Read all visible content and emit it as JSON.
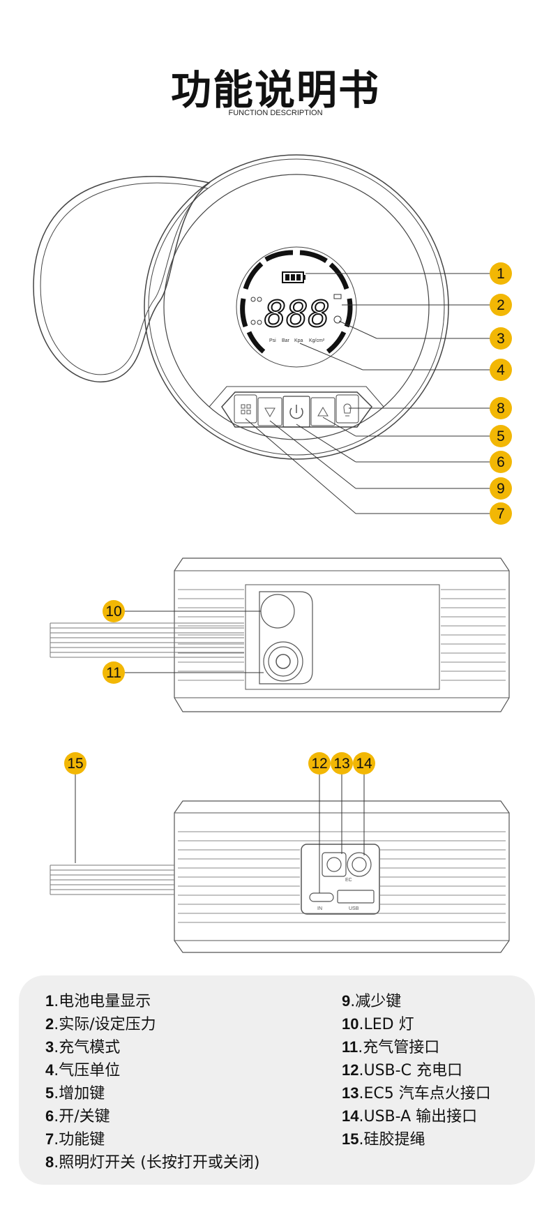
{
  "header": {
    "title": "功能说明书",
    "subtitle": "FUNCTION DESCRIPTION"
  },
  "display": {
    "digits": "888",
    "units": [
      "Psi",
      "Bar",
      "Kpa",
      "Kg/cm²"
    ]
  },
  "ports": {
    "ec_label": "EC",
    "in_label": "IN",
    "usb_label": "USB"
  },
  "callouts": [
    "1",
    "2",
    "3",
    "4",
    "8",
    "5",
    "6",
    "9",
    "7",
    "10",
    "11",
    "15",
    "12",
    "13",
    "14"
  ],
  "legend": {
    "left": [
      {
        "num": "1",
        "text": "电池电量显示"
      },
      {
        "num": "2",
        "text": "实际/设定压力"
      },
      {
        "num": "3",
        "text": "充气模式"
      },
      {
        "num": "4",
        "text": "气压单位"
      },
      {
        "num": "5",
        "text": "增加键"
      },
      {
        "num": "6",
        "text": "开/关键"
      },
      {
        "num": "7",
        "text": "功能键"
      },
      {
        "num": "8",
        "text": "照明灯开关 (长按打开或关闭)"
      }
    ],
    "right": [
      {
        "num": "9",
        "text": "减少键"
      },
      {
        "num": "10",
        "text": "LED 灯"
      },
      {
        "num": "11",
        "text": "充气管接口"
      },
      {
        "num": "12",
        "text": "USB-C 充电口"
      },
      {
        "num": "13",
        "text": "EC5 汽车点火接口"
      },
      {
        "num": "14",
        "text": "USB-A 输出接口"
      },
      {
        "num": "15",
        "text": "硅胶提绳"
      }
    ]
  },
  "colors": {
    "badge": "#F2B705",
    "line": "#333333",
    "legend_bg": "#efefef"
  }
}
